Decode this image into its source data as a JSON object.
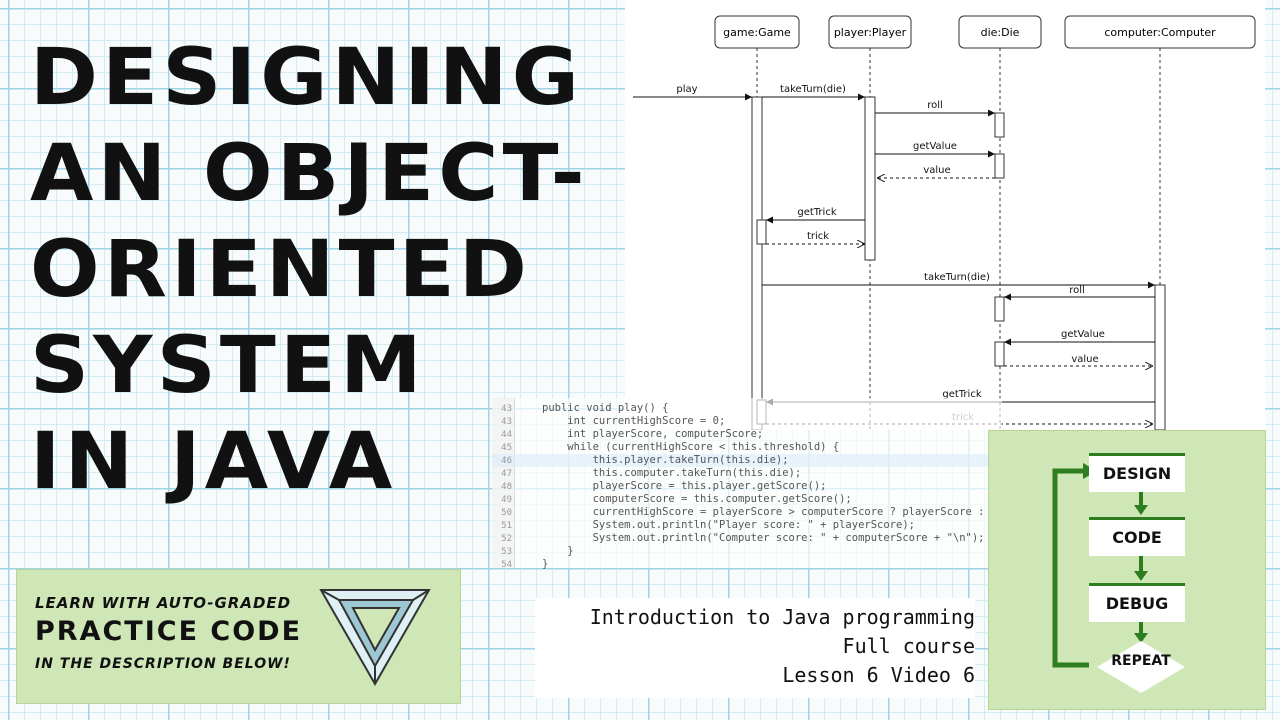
{
  "title": {
    "lines": [
      "DESIGNING",
      "AN OBJECT-",
      "ORIENTED",
      "SYSTEM",
      "IN JAVA"
    ]
  },
  "sequence_diagram": {
    "lifelines": [
      "game:Game",
      "player:Player",
      "die:Die",
      "computer:Computer"
    ],
    "messages": [
      {
        "label": "play",
        "style": "solid"
      },
      {
        "label": "takeTurn(die)",
        "style": "solid"
      },
      {
        "label": "roll",
        "style": "solid"
      },
      {
        "label": "getValue",
        "style": "solid"
      },
      {
        "label": "value",
        "style": "dashed"
      },
      {
        "label": "getTrick",
        "style": "solid"
      },
      {
        "label": "trick",
        "style": "dashed"
      },
      {
        "label": "takeTurn(die)",
        "style": "solid"
      },
      {
        "label": "roll",
        "style": "solid"
      },
      {
        "label": "getValue",
        "style": "solid"
      },
      {
        "label": "value",
        "style": "dashed"
      },
      {
        "label": "getTrick",
        "style": "solid"
      },
      {
        "label": "trick",
        "style": "dashed"
      }
    ]
  },
  "code": {
    "lines": [
      {
        "num": "43",
        "text": "public void play() {"
      },
      {
        "num": "43",
        "text": "    int currentHighScore = 0;"
      },
      {
        "num": "44",
        "text": "    int playerScore, computerScore;"
      },
      {
        "num": "45",
        "text": "    while (currentHighScore < this.threshold) {"
      },
      {
        "num": "46",
        "text": "        this.player.takeTurn(this.die);"
      },
      {
        "num": "47",
        "text": "        this.computer.takeTurn(this.die);"
      },
      {
        "num": "48",
        "text": "        playerScore = this.player.getScore();"
      },
      {
        "num": "49",
        "text": "        computerScore = this.computer.getScore();"
      },
      {
        "num": "50",
        "text": "        currentHighScore = playerScore > computerScore ? playerScore : com"
      },
      {
        "num": "51",
        "text": "        System.out.println(\"Player score: \" + playerScore);"
      },
      {
        "num": "52",
        "text": "        System.out.println(\"Computer score: \" + computerScore + \"\\n\");"
      },
      {
        "num": "53",
        "text": "    }"
      },
      {
        "num": "54",
        "text": "}"
      }
    ]
  },
  "promo": {
    "line1": "LEARN WITH AUTO-GRADED",
    "line2": "PRACTICE CODE",
    "line3": "IN THE DESCRIPTION BELOW!"
  },
  "course": {
    "line1": "Introduction to Java programming",
    "line2": "Full course",
    "line3": "Lesson 6 Video 6"
  },
  "cycle": {
    "steps": [
      "DESIGN",
      "CODE",
      "DEBUG",
      "REPEAT"
    ]
  },
  "colors": {
    "grid": "#9fd3e6",
    "panel_green": "#cfe7b6",
    "cycle_arrow": "#2e7d1f"
  }
}
